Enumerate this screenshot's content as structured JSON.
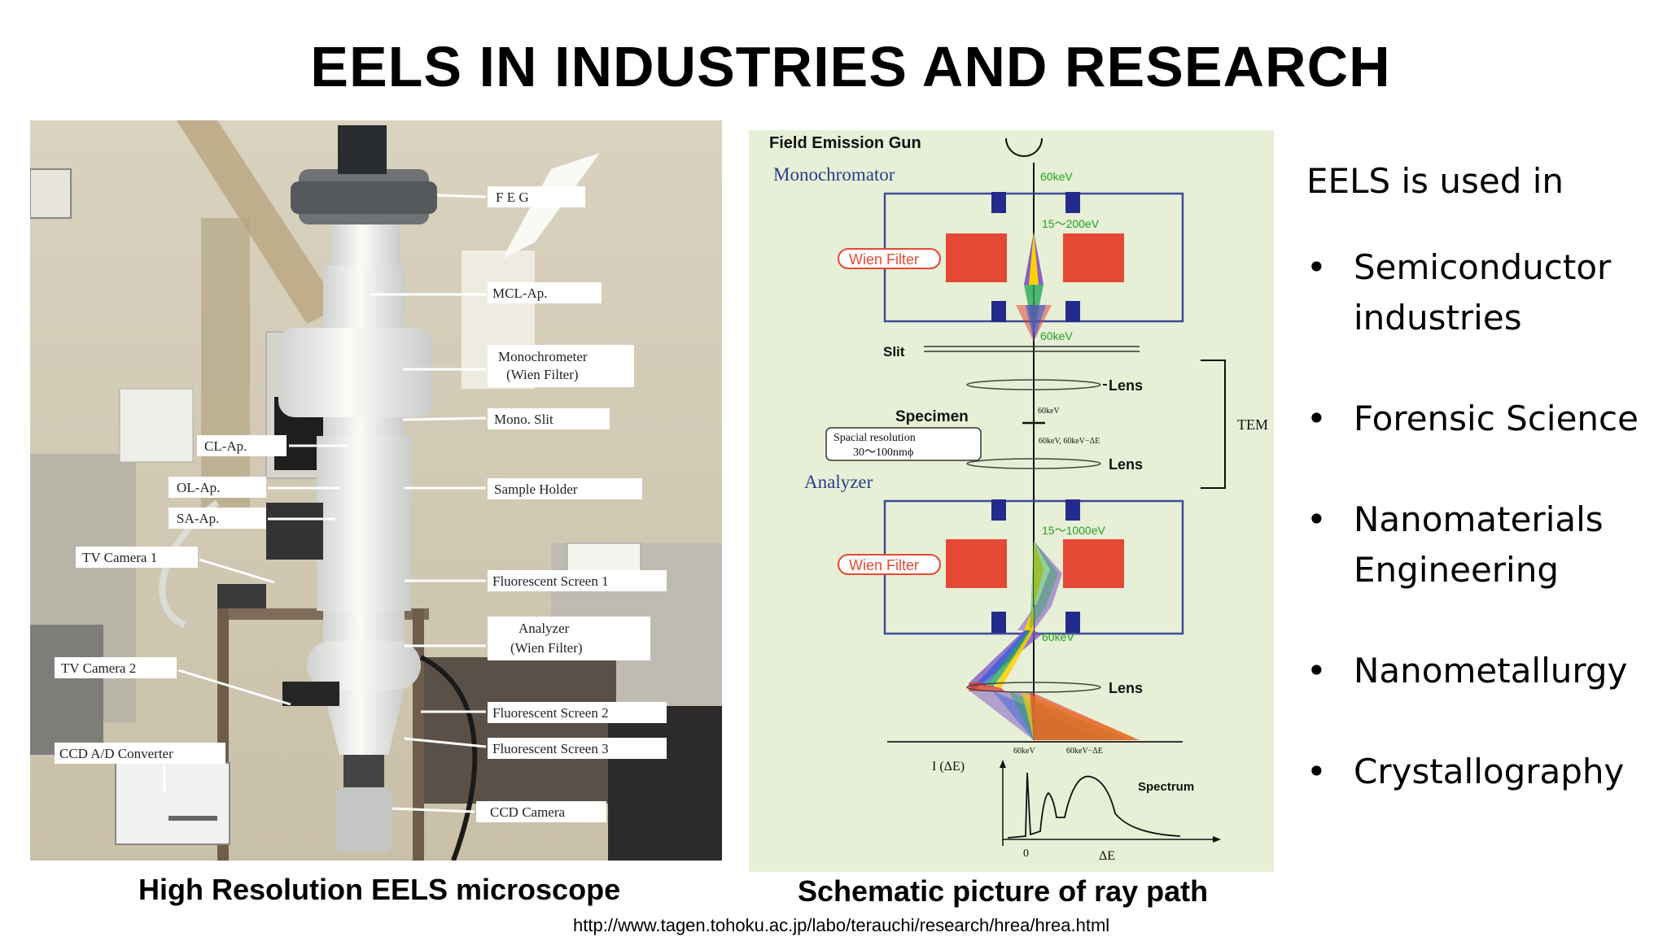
{
  "slide": {
    "title": "EELS IN INDUSTRIES AND RESEARCH",
    "caption_left": "High Resolution EELS microscope",
    "caption_right": "Schematic picture of ray path",
    "source_url": "http://www.tagen.tohoku.ac.jp/labo/terauchi/research/hrea/hrea.html"
  },
  "photo": {
    "labels_right": [
      "F E G",
      "MCL-Ap.",
      "Monochrometer",
      "(Wien Filter)",
      "Mono. Slit",
      "Sample Holder",
      "Fluorescent Screen 1",
      "Analyzer",
      "(Wien Filter)",
      "Fluorescent Screen 2",
      "Fluorescent Screen 3",
      "CCD Camera"
    ],
    "labels_left": [
      "CL-Ap.",
      "OL-Ap.",
      "SA-Ap.",
      "TV Camera 1",
      "TV Camera 2",
      "CCD A/D Converter"
    ]
  },
  "schematic": {
    "field_emission_gun": "Field Emission Gun",
    "monochromator": "Monochromator",
    "energy_60kev_top": "60keV",
    "range_mono": "15～200eV",
    "wien_filter": "Wien Filter",
    "energy_60kev_slit": "60keV",
    "slit": "Slit",
    "lens": "Lens",
    "tem": "TEM",
    "specimen": "Specimen",
    "specimen_energy": "60keV",
    "spatial_resolution_1": "Spacial resolution",
    "spatial_resolution_2": "30～100nmϕ",
    "loss_energies": "60keV,  60keV−ΔE",
    "analyzer": "Analyzer",
    "range_analyzer": "15～1000eV",
    "energy_60kev_analyzer": "60keV",
    "bottom_energy_1": "60keV",
    "bottom_energy_2": "60keV−ΔE",
    "y_axis_label": "I (ΔE)",
    "spectrum": "Spectrum",
    "x_axis_zero": "0",
    "x_axis_label": "ΔE"
  },
  "uses": {
    "heading": "EELS is used in",
    "items": [
      "Semiconductor industries",
      "Forensic Science",
      "Nanomaterials Engineering",
      "Nanometallurgy",
      "Crystallography"
    ]
  },
  "colors": {
    "schematic_bg": "#e7f0d6",
    "magnet_red": "#e54936",
    "magnet_blue": "#232c8c",
    "frame_blue": "#3f4a9a"
  }
}
